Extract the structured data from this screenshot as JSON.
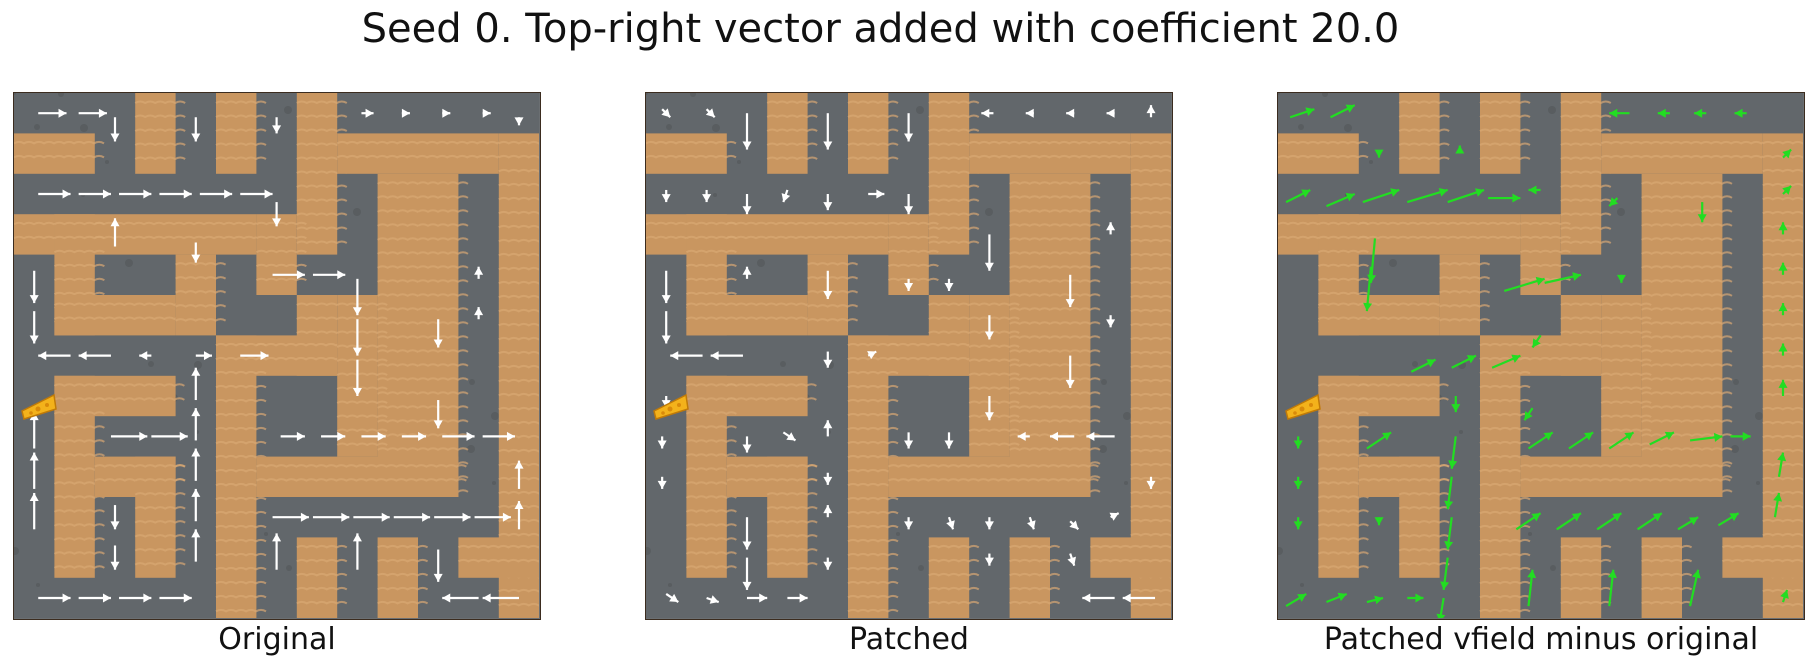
{
  "figure": {
    "title": "Seed 0. Top-right vector added with coefficient 20.0",
    "panels": [
      {
        "caption": "Original",
        "arrow_color": "#ffffff"
      },
      {
        "caption": "Patched",
        "arrow_color": "#ffffff"
      },
      {
        "caption": "Patched vfield minus original",
        "arrow_color": "#22dd22"
      }
    ]
  },
  "colors": {
    "wall": "#c99660",
    "wall_stripe": "#d9a874",
    "floor": "#62676b",
    "border": "#3b2c1f"
  },
  "icons": {
    "cheese": "cheese-icon"
  }
}
